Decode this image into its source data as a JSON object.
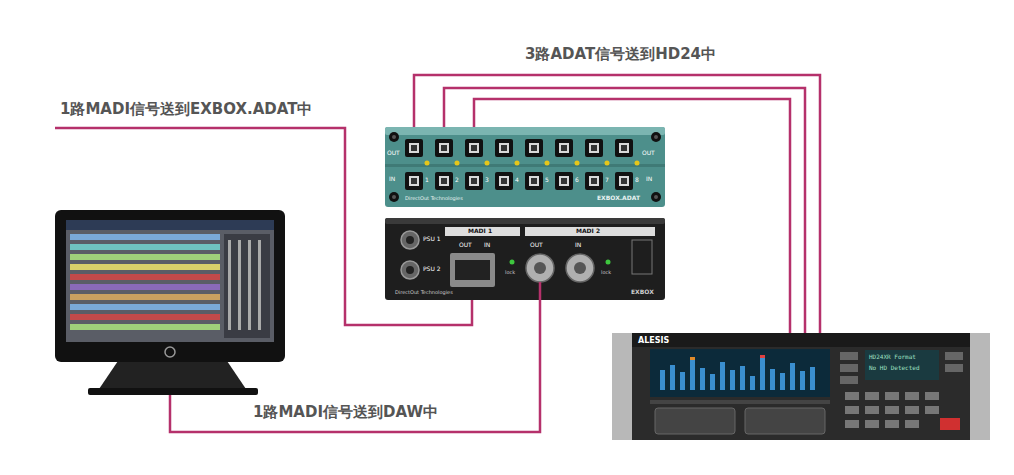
{
  "diagram": {
    "nodes": [
      {
        "text": [
          "DirectOut Technologies",
          "EXBOX.ADAT"
        ]
      },
      {
        "text": [
          "DirectOut Technologies",
          "EXBOX"
        ]
      },
      {
        "text": [
          "ALESIS"
        ]
      },
      {
        "text": []
      }
    ],
    "edges": [
      {
        "from": 1,
        "to": 3,
        "arrow": "none",
        "label": "1路MADI信号送到DAW中"
      },
      {
        "from": 0,
        "to": 2,
        "arrow": "none",
        "label": "3路ADAT信号送到HD24中"
      },
      {
        "from": 0,
        "to": 2,
        "arrow": "none"
      },
      {
        "from": 0,
        "to": 2,
        "arrow": "none"
      }
    ],
    "labels": [
      "1路MADI信号送到EXBOX.ADAT中",
      "OUT",
      "OUT",
      "IN",
      "IN",
      "1",
      "2",
      "3",
      "4",
      "5",
      "6",
      "7",
      "8",
      "MADI 1",
      "MADI 2",
      "OUT",
      "IN",
      "OUT",
      "IN",
      "lock",
      "lock",
      "PSU 1",
      "PSU 2",
      "HD24XR Format",
      "No HD Detected"
    ]
  }
}
